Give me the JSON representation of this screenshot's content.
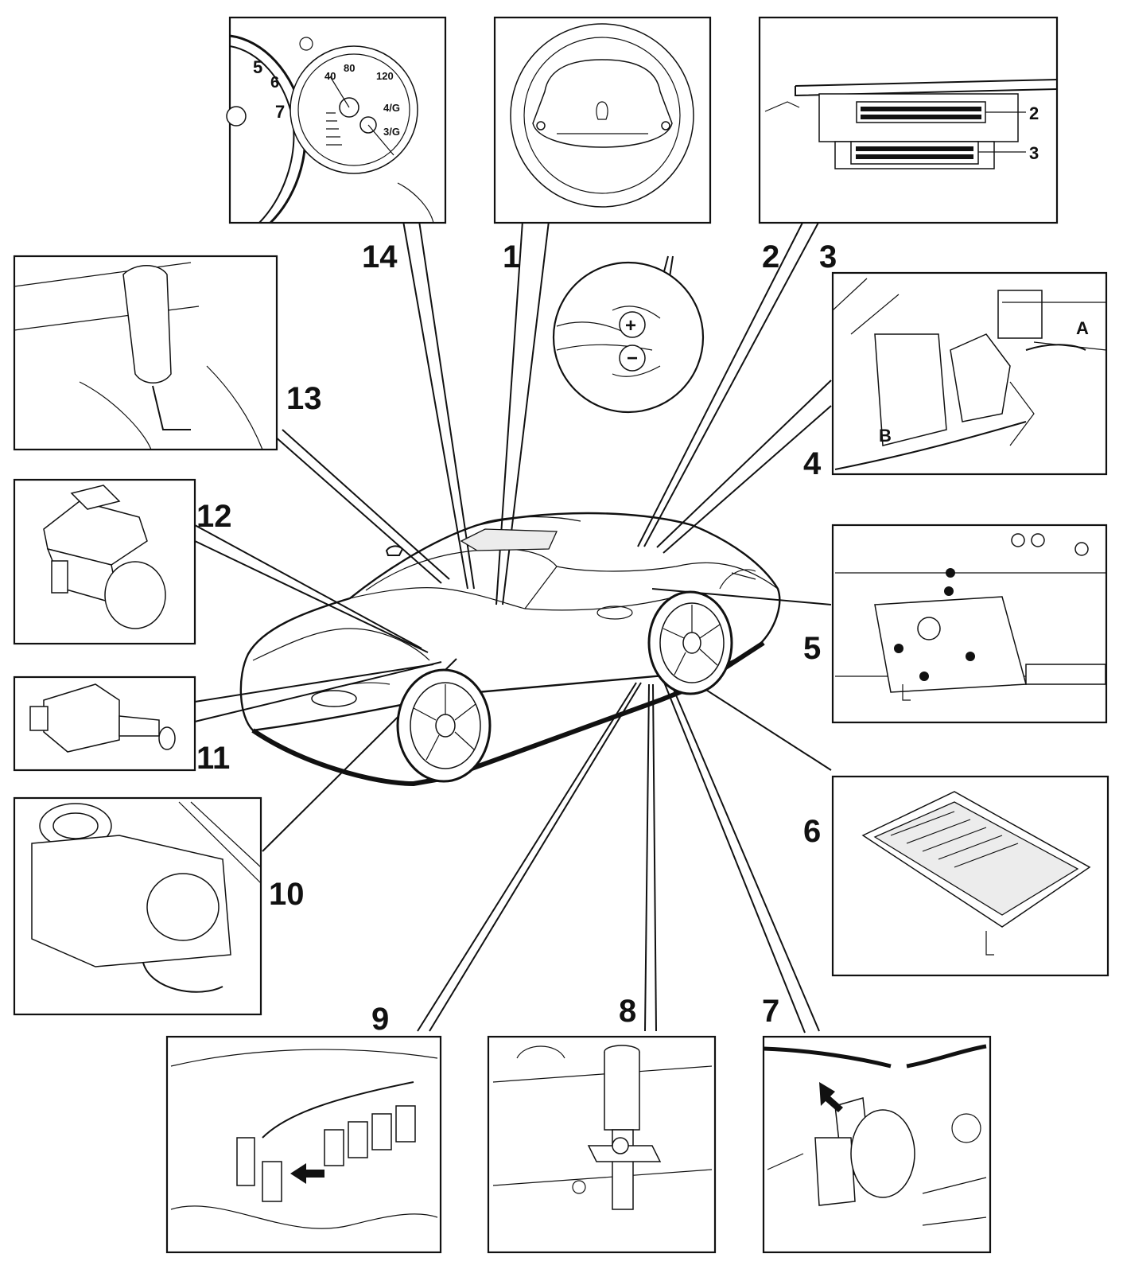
{
  "callouts": {
    "c1": "1",
    "c2": "2",
    "c3": "3",
    "c4": "4",
    "c5": "5",
    "c6": "6",
    "c7": "7",
    "c8": "8",
    "c9": "9",
    "c10": "10",
    "c11": "11",
    "c12": "12",
    "c13": "13",
    "c14": "14"
  },
  "inset_labels": {
    "connector_2": "2",
    "connector_3": "3",
    "point_a": "A",
    "point_b": "B"
  },
  "instrument_cluster": {
    "tach_5": "5",
    "tach_6": "6",
    "tach_7": "7",
    "speed_40": "40",
    "speed_80": "80",
    "speed_120": "120",
    "gear_4": "4/G",
    "gear_3": "3/G"
  },
  "steering_buttons": {
    "plus": "+",
    "minus": "−"
  }
}
